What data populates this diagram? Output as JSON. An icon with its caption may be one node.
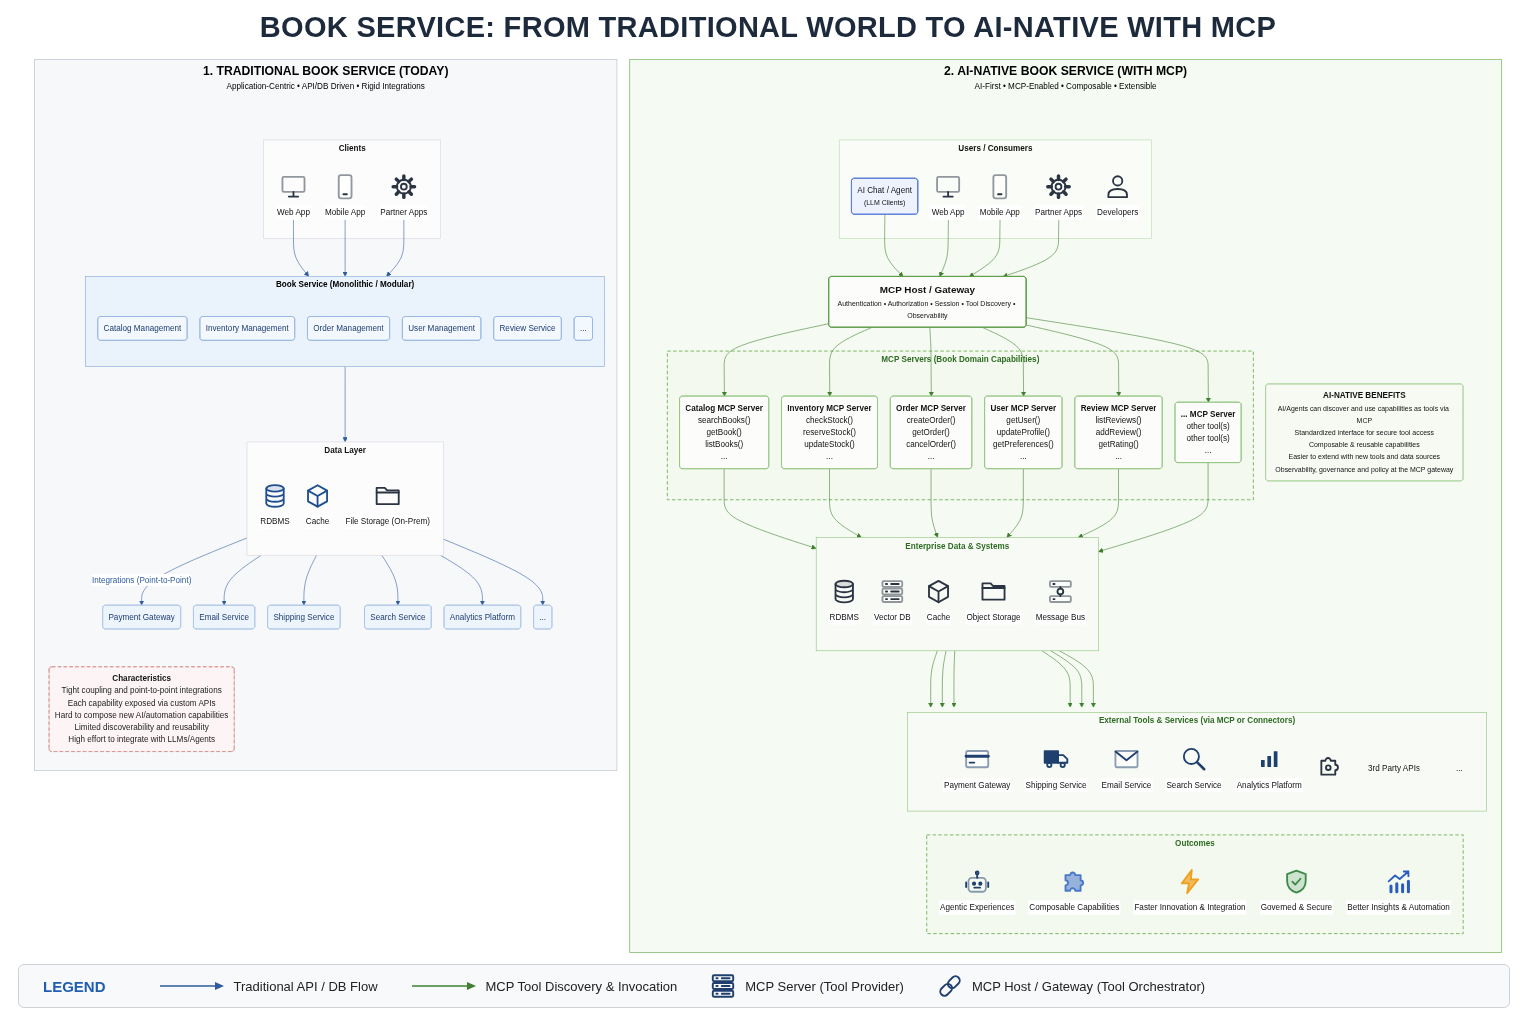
{
  "diagram": {
    "title": "BOOK SERVICE: FROM TRADITIONAL WORLD TO AI-NATIVE WITH MCP",
    "nodes": [
      {
        "text": [
          "1. TRADITIONAL BOOK SERVICE (TODAY)",
          "Application-Centric • API/DB Driven • Rigid Integrations"
        ]
      },
      {
        "text": [
          "Clients"
        ],
        "in": 0
      },
      {
        "text": [
          "Web App"
        ],
        "in": 1
      },
      {
        "text": [
          "Mobile App"
        ],
        "in": 1
      },
      {
        "text": [
          "Partner Apps"
        ],
        "in": 1
      },
      {
        "text": [
          "Book Service (Monolithic / Modular)"
        ],
        "in": 0
      },
      {
        "text": [
          "Catalog Management"
        ],
        "in": 5
      },
      {
        "text": [
          "Inventory Management"
        ],
        "in": 5
      },
      {
        "text": [
          "Order Management"
        ],
        "in": 5
      },
      {
        "text": [
          "User Management"
        ],
        "in": 5
      },
      {
        "text": [
          "Review Service"
        ],
        "in": 5
      },
      {
        "text": [
          "..."
        ],
        "in": 5
      },
      {
        "text": [
          "Data Layer"
        ],
        "in": 0
      },
      {
        "text": [
          "RDBMS"
        ],
        "in": 12
      },
      {
        "text": [
          "Cache"
        ],
        "in": 12
      },
      {
        "text": [
          "File Storage (On-Prem)"
        ],
        "in": 12
      },
      {
        "text": [
          "Payment Gateway"
        ],
        "in": 0
      },
      {
        "text": [
          "Email Service"
        ],
        "in": 0
      },
      {
        "text": [
          "Shipping Service"
        ],
        "in": 0
      },
      {
        "text": [
          "Search Service"
        ],
        "in": 0
      },
      {
        "text": [
          "Analytics Platform"
        ],
        "in": 0
      },
      {
        "text": [
          "..."
        ],
        "in": 0
      },
      {
        "text": [
          "Characteristics",
          "Tight coupling and point-to-point integrations",
          "Each capability exposed via custom APIs",
          "Hard to compose new AI/automation capabilities",
          "Limited discoverability and reusability",
          "High effort to integrate with LLMs/Agents"
        ],
        "in": 0
      },
      {
        "text": [
          "2. AI-NATIVE BOOK SERVICE (WITH MCP)",
          "AI-First • MCP-Enabled • Composable • Extensible"
        ]
      },
      {
        "text": [
          "Users / Consumers"
        ],
        "in": 23
      },
      {
        "text": [
          "AI Chat / Agent",
          "(LLM Clients)"
        ],
        "in": 24
      },
      {
        "text": [
          "Web App"
        ],
        "in": 24
      },
      {
        "text": [
          "Mobile App"
        ],
        "in": 24
      },
      {
        "text": [
          "Partner Apps"
        ],
        "in": 24
      },
      {
        "text": [
          "Developers"
        ],
        "in": 24
      },
      {
        "text": [
          "MCP Host / Gateway",
          "Authentication • Authorization • Session • Tool Discovery • Observability"
        ],
        "in": 23
      },
      {
        "text": [
          "MCP Servers (Book Domain Capabilities)"
        ],
        "in": 23
      },
      {
        "text": [
          "Catalog MCP Server",
          "searchBooks()",
          "getBook()",
          "listBooks()",
          "..."
        ],
        "in": 31
      },
      {
        "text": [
          "Inventory MCP Server",
          "checkStock()",
          "reserveStock()",
          "updateStock()",
          "..."
        ],
        "in": 31
      },
      {
        "text": [
          "Order MCP Server",
          "createOrder()",
          "getOrder()",
          "cancelOrder()",
          "..."
        ],
        "in": 31
      },
      {
        "text": [
          "User MCP Server",
          "getUser()",
          "updateProfile()",
          "getPreferences()",
          "..."
        ],
        "in": 31
      },
      {
        "text": [
          "Review MCP Server",
          "listReviews()",
          "addReview()",
          "getRating()",
          "..."
        ],
        "in": 31
      },
      {
        "text": [
          "... MCP Server",
          "other tool(s)",
          "other tool(s)",
          "..."
        ],
        "in": 31
      },
      {
        "text": [
          "Enterprise Data & Systems"
        ],
        "in": 23
      },
      {
        "text": [
          "RDBMS"
        ],
        "in": 38
      },
      {
        "text": [
          "Vector DB"
        ],
        "in": 38
      },
      {
        "text": [
          "Cache"
        ],
        "in": 38
      },
      {
        "text": [
          "Object Storage"
        ],
        "in": 38
      },
      {
        "text": [
          "Message Bus"
        ],
        "in": 38
      },
      {
        "text": [
          "External Tools & Services (via MCP or Connectors)"
        ],
        "in": 23
      },
      {
        "text": [
          "Payment Gateway"
        ],
        "in": 44
      },
      {
        "text": [
          "Shipping Service"
        ],
        "in": 44
      },
      {
        "text": [
          "Email Service"
        ],
        "in": 44
      },
      {
        "text": [
          "Search Service"
        ],
        "in": 44
      },
      {
        "text": [
          "Analytics Platform"
        ],
        "in": 44
      },
      {
        "text": [],
        "shape": "picture",
        "in": 44
      },
      {
        "text": [
          "3rd Party APIs"
        ],
        "in": 44
      },
      {
        "text": [
          "..."
        ],
        "in": 44
      },
      {
        "text": [
          "Outcomes"
        ],
        "in": 23
      },
      {
        "text": [
          "Agentic Experiences"
        ],
        "in": 53
      },
      {
        "text": [
          "Composable Capabilities"
        ],
        "in": 53
      },
      {
        "text": [
          "Faster Innovation & Integration"
        ],
        "in": 53
      },
      {
        "text": [
          "Governed & Secure"
        ],
        "in": 53
      },
      {
        "text": [
          "Better Insights & Automation"
        ],
        "in": 53
      },
      {
        "text": [
          "AI-NATIVE BENEFITS",
          "AI/Agents can discover and use capabilities as tools via MCP",
          "Standardized interface for secure tool access",
          "Composable & reusable capabilities",
          "Easier to extend with new tools and data sources",
          "Observability, governance and policy at the MCP gateway"
        ],
        "in": 23
      }
    ],
    "edges": [
      {
        "from": 2,
        "to": 5,
        "arrow": "to",
        "color": "#2e5c9e"
      },
      {
        "from": 3,
        "to": 5,
        "arrow": "to",
        "color": "#2e5c9e"
      },
      {
        "from": 4,
        "to": 5,
        "arrow": "to",
        "color": "#2e5c9e"
      },
      {
        "from": 5,
        "to": 12,
        "arrow": "to",
        "color": "#2e5c9e"
      },
      {
        "from": 12,
        "to": 16,
        "arrow": "to",
        "label": "Integrations (Point-to-Point)",
        "color": "#2e5c9e"
      },
      {
        "from": 12,
        "to": 17,
        "arrow": "to",
        "color": "#2e5c9e"
      },
      {
        "from": 12,
        "to": 18,
        "arrow": "to",
        "color": "#2e5c9e"
      },
      {
        "from": 12,
        "to": 19,
        "arrow": "to",
        "color": "#2e5c9e"
      },
      {
        "from": 12,
        "to": 20,
        "arrow": "to",
        "color": "#2e5c9e"
      },
      {
        "from": 12,
        "to": 21,
        "arrow": "to",
        "color": "#2e5c9e"
      },
      {
        "from": 25,
        "to": 30,
        "arrow": "to"
      },
      {
        "from": 26,
        "to": 30,
        "arrow": "to"
      },
      {
        "from": 27,
        "to": 30,
        "arrow": "to"
      },
      {
        "from": 28,
        "to": 30,
        "arrow": "to"
      },
      {
        "from": 30,
        "to": 32,
        "arrow": "to"
      },
      {
        "from": 30,
        "to": 33,
        "arrow": "to"
      },
      {
        "from": 30,
        "to": 34,
        "arrow": "to"
      },
      {
        "from": 30,
        "to": 35,
        "arrow": "to"
      },
      {
        "from": 30,
        "to": 36,
        "arrow": "to"
      },
      {
        "from": 30,
        "to": 37,
        "arrow": "to"
      },
      {
        "from": 32,
        "to": 38,
        "arrow": "to"
      },
      {
        "from": 33,
        "to": 38,
        "arrow": "to"
      },
      {
        "from": 34,
        "to": 38,
        "arrow": "to"
      },
      {
        "from": 35,
        "to": 38,
        "arrow": "to"
      },
      {
        "from": 36,
        "to": 38,
        "arrow": "to"
      },
      {
        "from": 37,
        "to": 38,
        "arrow": "to"
      },
      {
        "from": 38,
        "to": 44,
        "arrow": "to"
      },
      {
        "from": 38,
        "to": 44,
        "arrow": "to"
      },
      {
        "from": 38,
        "to": 44,
        "arrow": "to"
      },
      {
        "from": 38,
        "to": 44,
        "arrow": "to"
      },
      {
        "from": 38,
        "to": 44,
        "arrow": "to"
      },
      {
        "from": 38,
        "to": 44,
        "arrow": "to"
      }
    ],
    "labels": [
      "LEGEND"
    ],
    "legend": [
      {
        "text": "Traditional API / DB Flow"
      },
      {
        "text": "MCP Tool Discovery & Invocation"
      },
      {
        "text": "MCP Server (Tool Provider)"
      },
      {
        "text": "MCP Host / Gateway (Tool Orchestrator)"
      }
    ]
  }
}
